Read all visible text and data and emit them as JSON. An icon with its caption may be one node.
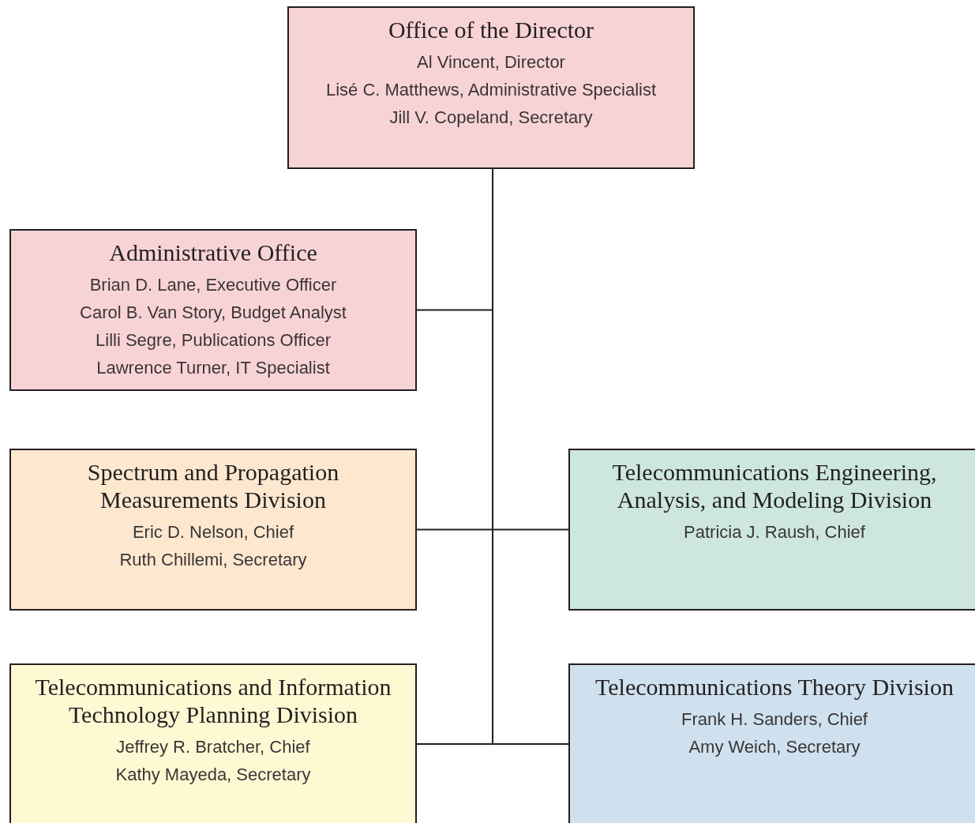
{
  "diagram": {
    "nodes": [
      {
        "text": [
          "Office of the Director",
          "Al Vincent, Director",
          "Lisé C. Matthews, Administrative Specialist",
          "Jill V. Copeland, Secretary"
        ]
      },
      {
        "text": [
          "Administrative Office",
          "Brian D. Lane, Executive Officer",
          "Carol B. Van Story, Budget Analyst",
          "Lilli Segre, Publications Officer",
          "Lawrence Turner, IT Specialist"
        ]
      },
      {
        "text": [
          "Spectrum and Propagation Measurements Division",
          "Eric D. Nelson, Chief",
          "Ruth Chillemi, Secretary"
        ]
      },
      {
        "text": [
          "Telecommunications Engineering, Analysis, and Modeling Division",
          "Patricia J. Raush, Chief"
        ]
      },
      {
        "text": [
          "Telecommunications and Information Technology Planning Division",
          "Jeffrey R. Bratcher, Chief",
          "Kathy Mayeda, Secretary"
        ]
      },
      {
        "text": [
          "Telecommunications Theory Division",
          "Frank H. Sanders, Chief",
          "Amy Weich, Secretary"
        ]
      }
    ],
    "edges": [
      {
        "from": 0,
        "to": 1,
        "arrow": "none"
      },
      {
        "from": 0,
        "to": 2,
        "arrow": "none"
      },
      {
        "from": 0,
        "to": 3,
        "arrow": "none"
      },
      {
        "from": 0,
        "to": 4,
        "arrow": "none"
      },
      {
        "from": 0,
        "to": 5,
        "arrow": "none"
      }
    ]
  }
}
